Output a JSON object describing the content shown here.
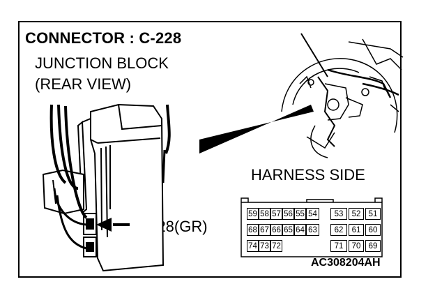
{
  "title": "CONNECTOR : C-228",
  "location_label": [
    "JUNCTION BLOCK",
    "(REAR VIEW)"
  ],
  "callout": "C-228(GR)",
  "harness_label": "HARNESS SIDE",
  "figure_code": "AC308204AH",
  "pin_rows": [
    [
      "59",
      "58",
      "57",
      "56",
      "55",
      "54",
      "53",
      "52",
      "51"
    ],
    [
      "68",
      "67",
      "66",
      "65",
      "64",
      "63",
      "62",
      "61",
      "60"
    ],
    [
      "74",
      "73",
      "72",
      "71",
      "70",
      "69"
    ]
  ]
}
